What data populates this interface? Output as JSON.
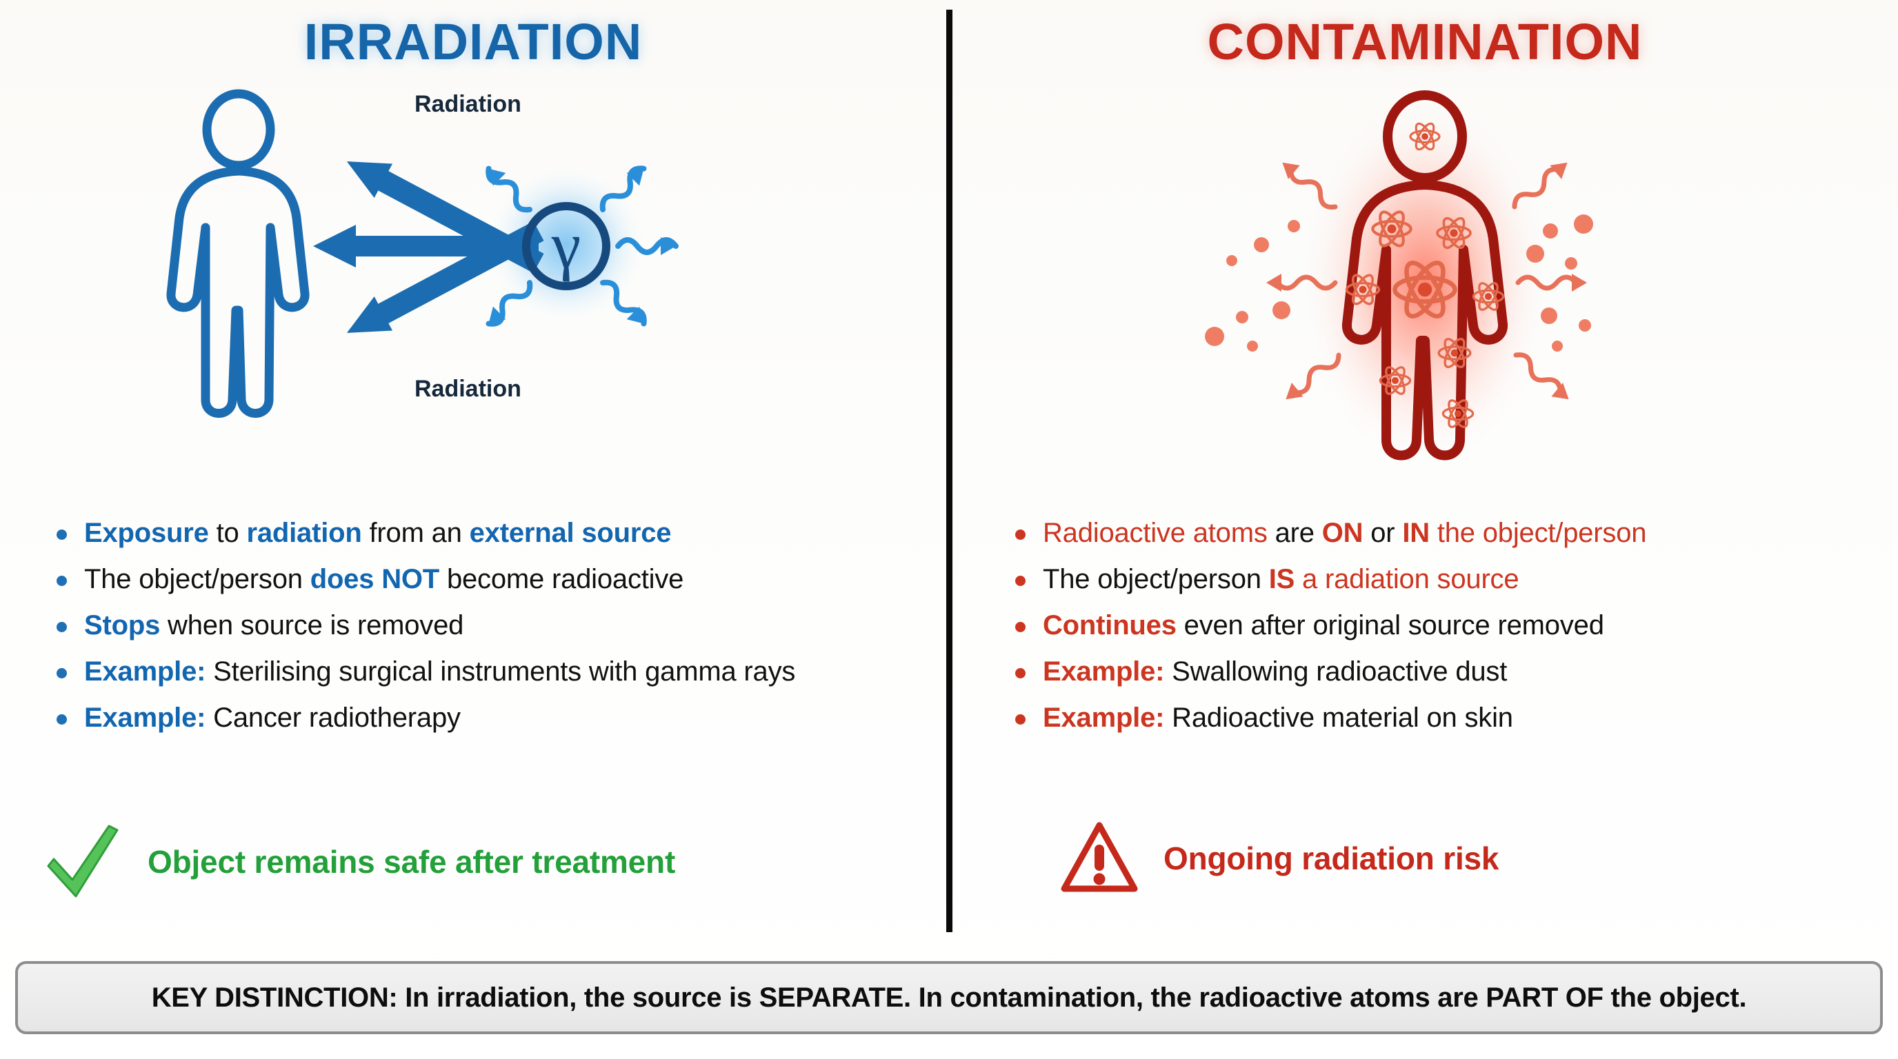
{
  "left": {
    "title": "IRRADIATION",
    "accent_color": "#1565a8",
    "diagram": {
      "source_symbol": "γ",
      "label_top": "Radiation",
      "label_bottom": "Radiation",
      "person_icon": "person-outline-icon",
      "source_icon": "gamma-source-icon"
    },
    "bullets": [
      [
        {
          "t": "Exposure",
          "s": "blue-bold"
        },
        {
          "t": " to ",
          "s": "plain"
        },
        {
          "t": "radiation",
          "s": "blue-bold"
        },
        {
          "t": " from an ",
          "s": "plain"
        },
        {
          "t": "external source",
          "s": "blue-bold"
        }
      ],
      [
        {
          "t": "The object/person ",
          "s": "plain"
        },
        {
          "t": "does NOT",
          "s": "blue-bold"
        },
        {
          "t": " become radioactive",
          "s": "plain"
        }
      ],
      [
        {
          "t": "Stops",
          "s": "blue-bold"
        },
        {
          "t": " when source is removed",
          "s": "plain"
        }
      ],
      [
        {
          "t": "Example:",
          "s": "blue-bold"
        },
        {
          "t": " Sterilising surgical instruments with gamma rays",
          "s": "plain"
        }
      ],
      [
        {
          "t": "Example:",
          "s": "blue-bold"
        },
        {
          "t": " Cancer radiotherapy",
          "s": "plain"
        }
      ]
    ],
    "conclusion": {
      "icon": "green-check-icon",
      "text": "Object remains safe after treatment",
      "color": "#23a03a"
    }
  },
  "right": {
    "title": "CONTAMINATION",
    "accent_color": "#c4291b",
    "diagram": {
      "person_icon": "contaminated-person-icon",
      "atom_icon": "atom-icon",
      "particle_icon": "radioactive-particle-icon",
      "wave_arrow_icon": "wavy-radiation-arrow-icon"
    },
    "bullets": [
      [
        {
          "t": "Radioactive atoms",
          "s": "red-plain"
        },
        {
          "t": " are ",
          "s": "plain"
        },
        {
          "t": "ON",
          "s": "red-bold"
        },
        {
          "t": " or ",
          "s": "plain"
        },
        {
          "t": "IN",
          "s": "red-bold"
        },
        {
          "t": " the object/person",
          "s": "red-plain"
        }
      ],
      [
        {
          "t": "The object/person ",
          "s": "plain"
        },
        {
          "t": "IS",
          "s": "red-bold"
        },
        {
          "t": " a radiation source",
          "s": "red-plain"
        }
      ],
      [
        {
          "t": "Continues",
          "s": "red-bold"
        },
        {
          "t": " even after original source removed",
          "s": "plain"
        }
      ],
      [
        {
          "t": "Example:",
          "s": "red-bold"
        },
        {
          "t": " Swallowing radioactive dust",
          "s": "plain"
        }
      ],
      [
        {
          "t": "Example:",
          "s": "red-bold"
        },
        {
          "t": " Radioactive material on skin",
          "s": "plain"
        }
      ]
    ],
    "conclusion": {
      "icon": "warning-triangle-icon",
      "text": "Ongoing radiation risk",
      "color": "#c4291b"
    }
  },
  "banner": {
    "text": "KEY DISTINCTION: In irradiation, the source is SEPARATE. In contamination, the radioactive atoms are PART OF the object.",
    "border_color": "#8d8d8d",
    "background_color": "#ececec"
  }
}
